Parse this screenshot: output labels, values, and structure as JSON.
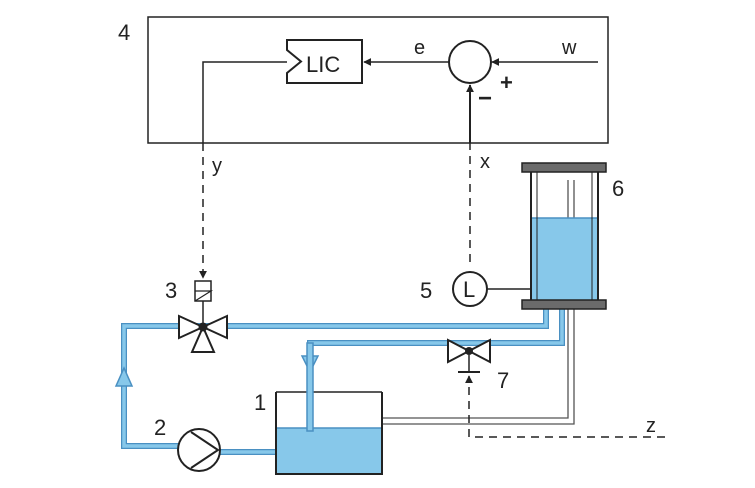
{
  "labels": {
    "controller_box": "4",
    "controller": "LIC",
    "error": "e",
    "setpoint": "w",
    "plus": "+",
    "minus": "−",
    "output": "y",
    "measurement": "x",
    "valve_3": "3",
    "sensor_5": "5",
    "sensor_symbol": "L",
    "tank_6": "6",
    "valve_7": "7",
    "reservoir_1": "1",
    "pump_2": "2",
    "disturbance": "z"
  },
  "colors": {
    "water": "#87c8ea",
    "pipe_outline": "#4a90c2",
    "line": "#222222",
    "tank_cap": "#6b6b6b"
  },
  "levels": {
    "tank_6_fill": 0.7,
    "reservoir_1_fill": 0.55
  }
}
